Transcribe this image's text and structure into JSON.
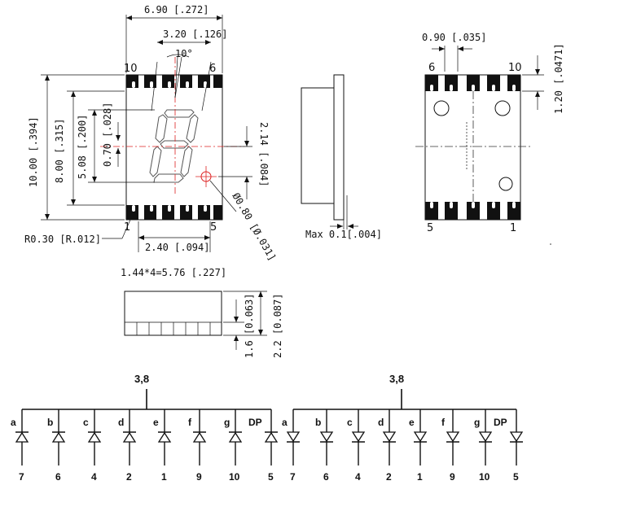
{
  "front_view": {
    "width_dim": "6.90 [.272]",
    "digit_width_dim": "3.20 [.126]",
    "angle_dim": "10°",
    "height_dim": "10.00 [.394]",
    "inner_height_dim": "8.00 [.315]",
    "digit_height_dim": "5.08 [.200]",
    "seg_width_dim": "0.70 [.028]",
    "dp_offset_dim": "2.14 [.084]",
    "dp_diameter_dim": "Ø0.80 [Ø.031]",
    "radius_dim": "R0.30 [R.012]",
    "pitch_dim": "2.40 [.094]",
    "total_pitch_dim": "1.44*4=5.76 [.227]",
    "pin_top_left": "10",
    "pin_top_right": "6",
    "pin_bottom_left": "1",
    "pin_bottom_right": "5"
  },
  "side_view": {
    "max_dim": "Max 0.1[.004]"
  },
  "back_view": {
    "pad_width_dim": "0.90 [.035]",
    "pad_height_dim": "1.20 [.0471]",
    "pin_top_left": "6",
    "pin_top_right": "10",
    "pin_bottom_left": "5",
    "pin_bottom_right": "1"
  },
  "bottom_view": {
    "inner_dim": "1.6 [0.063]",
    "outer_dim": "2.2 [0.087]"
  },
  "schematics": [
    {
      "common": "3,8",
      "segments": [
        "a",
        "b",
        "c",
        "d",
        "e",
        "f",
        "g",
        "DP"
      ],
      "pins": [
        "7",
        "6",
        "4",
        "2",
        "1",
        "9",
        "10",
        "5"
      ],
      "direction": "up"
    },
    {
      "common": "3,8",
      "segments": [
        "a",
        "b",
        "c",
        "d",
        "e",
        "f",
        "g",
        "DP"
      ],
      "pins": [
        "7",
        "6",
        "4",
        "2",
        "1",
        "9",
        "10",
        "5"
      ],
      "direction": "down"
    }
  ]
}
